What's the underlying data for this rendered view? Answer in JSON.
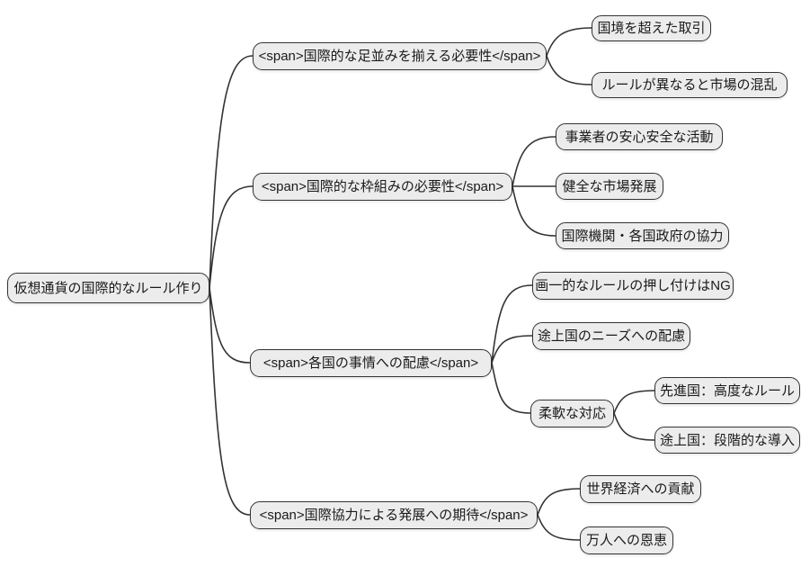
{
  "diagram_type": "mindmap",
  "colors": {
    "background": "#ffffff",
    "node_fill": "#ececec",
    "node_border": "#333333",
    "edge": "#333333",
    "text": "#1a1a1a"
  },
  "mindmap": {
    "root": {
      "label": "仮想通貨の国際的なルール作り"
    },
    "branches": [
      {
        "label": "<span>国際的な足並みを揃える必要性</span>",
        "children": [
          {
            "label": "国境を超えた取引"
          },
          {
            "label": "ルールが異なると市場の混乱"
          }
        ]
      },
      {
        "label": "<span>国際的な枠組みの必要性</span>",
        "children": [
          {
            "label": "事業者の安心安全な活動"
          },
          {
            "label": "健全な市場発展"
          },
          {
            "label": "国際機関・各国政府の協力"
          }
        ]
      },
      {
        "label": "<span>各国の事情への配慮</span>",
        "children": [
          {
            "label": "画一的なルールの押し付けはNG"
          },
          {
            "label": "途上国のニーズへの配慮"
          },
          {
            "label": "柔軟な対応",
            "children": [
              {
                "label": "先進国：高度なルール"
              },
              {
                "label": "途上国：段階的な導入"
              }
            ]
          }
        ]
      },
      {
        "label": "<span>国際協力による発展への期待</span>",
        "children": [
          {
            "label": "世界経済への貢献"
          },
          {
            "label": "万人への恩恵"
          }
        ]
      }
    ]
  }
}
